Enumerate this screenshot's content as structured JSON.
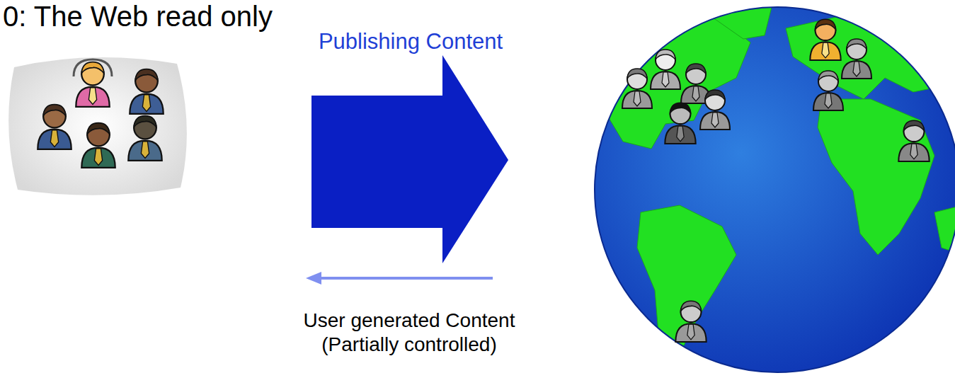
{
  "diagram": {
    "title": "0: The Web read only",
    "labels": [
      "Publishing Content",
      "User generated Content (Partially controlled)"
    ]
  }
}
